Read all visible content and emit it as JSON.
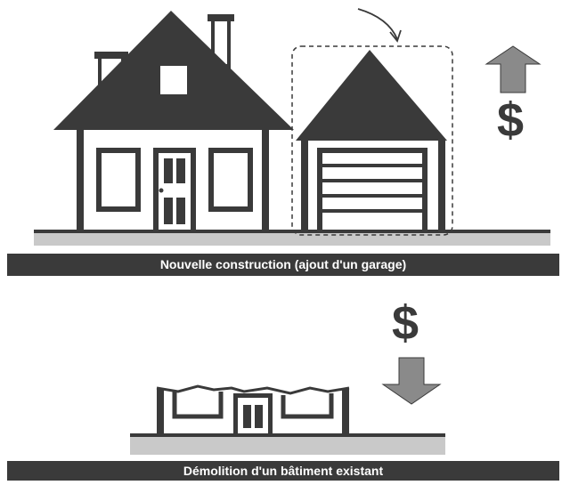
{
  "panels": [
    {
      "caption": "Nouvelle construction (ajout d'un garage)",
      "cost_symbol": "$",
      "cost_direction": "up"
    },
    {
      "caption": "Démolition d'un bâtiment existant",
      "cost_symbol": "$",
      "cost_direction": "down"
    }
  ],
  "colors": {
    "dark": "#3a3a3a",
    "ground_light": "#c9c9c9",
    "arrow_gray": "#8a8a8a",
    "wall": "#ffffff"
  },
  "icons": [
    "house-icon",
    "garage-icon",
    "curved-arrow-icon",
    "up-arrow-icon",
    "down-arrow-icon",
    "demolished-building-icon"
  ]
}
